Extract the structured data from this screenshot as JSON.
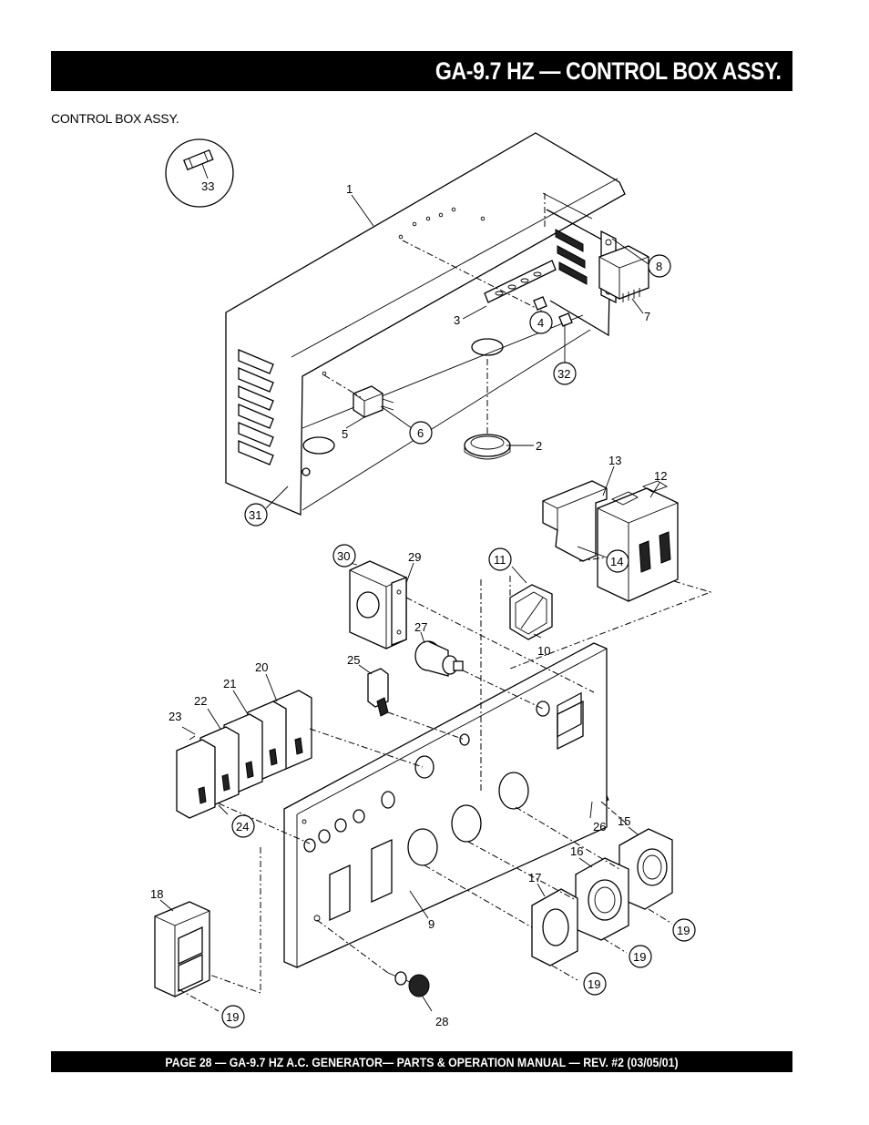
{
  "header": {
    "title": "GA-9.7 HZ — CONTROL BOX ASSY."
  },
  "section": {
    "label": "CONTROL BOX ASSY."
  },
  "footer": {
    "text": "PAGE 28 — GA-9.7 HZ A.C. GENERATOR— PARTS & OPERATION MANUAL — REV. #2 (03/05/01)"
  },
  "diagram": {
    "labels": {
      "p1": "1",
      "p2": "2",
      "p3": "3",
      "p4": "4",
      "p5": "5",
      "p6": "6",
      "p7": "7",
      "p8": "8",
      "p9": "9",
      "p10": "10",
      "p11": "11",
      "p12": "12",
      "p13": "13",
      "p14": "14",
      "p15": "15",
      "p16": "16",
      "p17": "17",
      "p18": "18",
      "p19a": "19",
      "p19b": "19",
      "p19c": "19",
      "p19d": "19",
      "p20": "20",
      "p21": "21",
      "p22": "22",
      "p23": "23",
      "p24": "24",
      "p25": "25",
      "p26": "26",
      "p27": "27",
      "p28": "28",
      "p29": "29",
      "p30": "30",
      "p31": "31",
      "p32": "32",
      "p33": "33"
    }
  }
}
